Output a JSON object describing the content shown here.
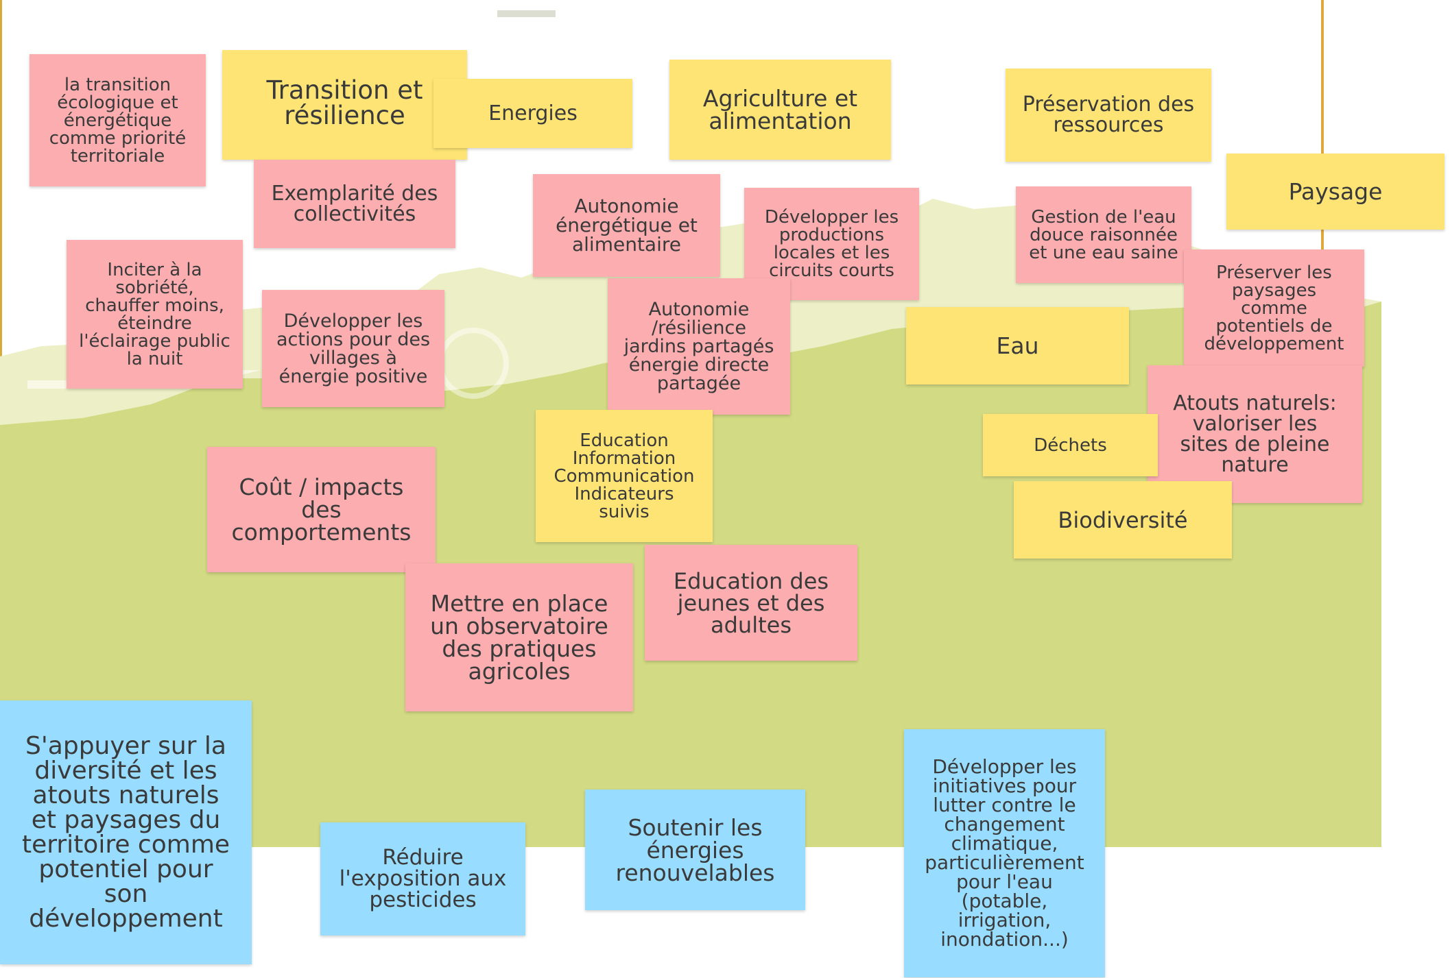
{
  "colors": {
    "yellow": "#fde474",
    "pink": "#fbadaf",
    "blue": "#98dcff",
    "background_green": "#d2da84"
  },
  "notes": [
    {
      "id": "n1",
      "color": "pink",
      "text": "la transition\nécologique et\nénergétique\ncomme priorité\nterritoriale"
    },
    {
      "id": "n2",
      "color": "yellow",
      "text": "Transition et\nrésilience"
    },
    {
      "id": "n3",
      "color": "yellow",
      "text": "Energies"
    },
    {
      "id": "n4",
      "color": "yellow",
      "text": "Agriculture et\nalimentation"
    },
    {
      "id": "n5",
      "color": "yellow",
      "text": "Préservation des\nressources"
    },
    {
      "id": "n6",
      "color": "yellow",
      "text": "Paysage"
    },
    {
      "id": "n7",
      "color": "pink",
      "text": "Exemplarité des\ncollectivités"
    },
    {
      "id": "n8",
      "color": "pink",
      "text": "Autonomie\nénergétique et\nalimentaire"
    },
    {
      "id": "n9",
      "color": "pink",
      "text": "Développer les\nproductions\nlocales et les\ncircuits courts"
    },
    {
      "id": "n10",
      "color": "pink",
      "text": "Gestion de l'eau\ndouce raisonnée\net une eau saine"
    },
    {
      "id": "n11",
      "color": "pink",
      "text": "Préserver les\npaysages\ncomme\npotentiels de\ndéveloppement"
    },
    {
      "id": "n12",
      "color": "pink",
      "text": "Inciter à la\nsobriété,\nchauffer moins,\néteindre\nl'éclairage public\nla nuit"
    },
    {
      "id": "n13",
      "color": "pink",
      "text": "Développer les\nactions pour des\nvillages à\nénergie positive"
    },
    {
      "id": "n14",
      "color": "pink",
      "text": "Autonomie\n/résilience\njardins partagés\nénergie directe\npartagée"
    },
    {
      "id": "n15",
      "color": "yellow",
      "text": "Eau"
    },
    {
      "id": "n16",
      "color": "pink",
      "text": "Atouts naturels:\nvaloriser les\nsites de pleine\nnature"
    },
    {
      "id": "n17",
      "color": "yellow",
      "text": "Déchets"
    },
    {
      "id": "n18",
      "color": "yellow",
      "text": "Education\nInformation\nCommunication\nIndicateurs\nsuivis"
    },
    {
      "id": "n19",
      "color": "pink",
      "text": "Coût / impacts\ndes\ncomportements"
    },
    {
      "id": "n20",
      "color": "yellow",
      "text": "Biodiversité"
    },
    {
      "id": "n21",
      "color": "pink",
      "text": "Education des\njeunes et des\nadultes"
    },
    {
      "id": "n22",
      "color": "pink",
      "text": "Mettre en place\nun observatoire\ndes pratiques\nagricoles"
    },
    {
      "id": "n23",
      "color": "blue",
      "text": "S'appuyer sur la\ndiversité et les\natouts naturels\net paysages du\nterritoire comme\npotentiel pour\nson\ndéveloppement"
    },
    {
      "id": "n24",
      "color": "blue",
      "text": "Réduire\nl'exposition aux\npesticides"
    },
    {
      "id": "n25",
      "color": "blue",
      "text": "Soutenir les\nénergies\nrenouvelables"
    },
    {
      "id": "n26",
      "color": "blue",
      "text": "Développer les\ninitiatives pour\nlutter contre le\nchangement\nclimatique,\nparticulièrement\npour l'eau\n(potable,\nirrigation,\ninondation...)"
    }
  ]
}
